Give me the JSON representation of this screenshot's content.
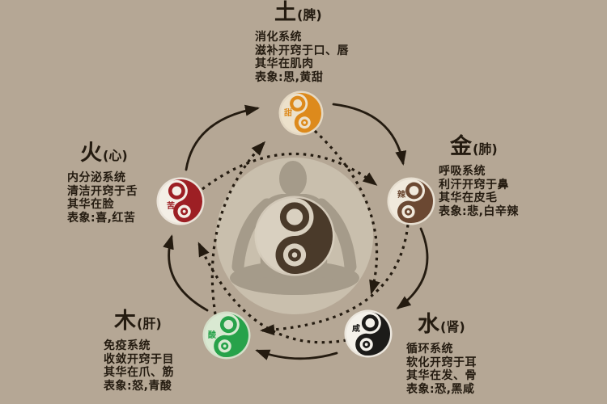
{
  "background_color": "#b5a795",
  "text_color": "#241b10",
  "center": {
    "figure": "meditating-person-silhouette",
    "symbol": "yin-yang",
    "dark_color": "#4a3a2a",
    "light_color": "#d9d0c0",
    "figure_color": "#a59b8a",
    "backdrop_color": "#c9bfad"
  },
  "elements": [
    {
      "id": "earth",
      "name": "土",
      "organ": "(脾)",
      "taste": "甜",
      "color": "#dd8a1c",
      "light": "#ece1cb",
      "lines": [
        "消化系统",
        "滋补开窍于口、唇",
        "其华在肌肉",
        "表象:思,黄甜"
      ]
    },
    {
      "id": "metal",
      "name": "金",
      "organ": "(肺)",
      "taste": "辣",
      "color": "#6b4832",
      "light": "#f0e9dc",
      "lines": [
        "呼吸系统",
        "利汗开窍于鼻",
        "其华在皮毛",
        "表象:悲,白辛辣"
      ]
    },
    {
      "id": "water",
      "name": "水",
      "organ": "(肾)",
      "taste": "咸",
      "color": "#1c1b19",
      "light": "#f4f1ea",
      "lines": [
        "循环系统",
        "软化开窍于耳",
        "其华在发、骨",
        "表象:恐,黑咸"
      ]
    },
    {
      "id": "wood",
      "name": "木",
      "organ": "(肝)",
      "taste": "酸",
      "color": "#27a24a",
      "light": "#d9e9d2",
      "lines": [
        "免疫系统",
        "收敛开窍于目",
        "其华在爪、筋",
        "表象:怒,青酸"
      ]
    },
    {
      "id": "fire",
      "name": "火",
      "organ": "(心)",
      "taste": "苦",
      "color": "#9d1f24",
      "light": "#f4efe6",
      "lines": [
        "内分泌系统",
        "清洁开窍于舌",
        "其华在脸",
        "表象:喜,红苦"
      ]
    }
  ],
  "cycles": {
    "generation_style": "solid",
    "overcoming_style": "dotted",
    "generation": [
      [
        "wood",
        "fire"
      ],
      [
        "fire",
        "earth"
      ],
      [
        "earth",
        "metal"
      ],
      [
        "metal",
        "water"
      ],
      [
        "water",
        "wood"
      ]
    ],
    "overcoming": [
      [
        "fire",
        "metal"
      ],
      [
        "earth",
        "water"
      ],
      [
        "water",
        "fire"
      ],
      [
        "metal",
        "wood"
      ],
      [
        "wood",
        "earth"
      ]
    ]
  }
}
